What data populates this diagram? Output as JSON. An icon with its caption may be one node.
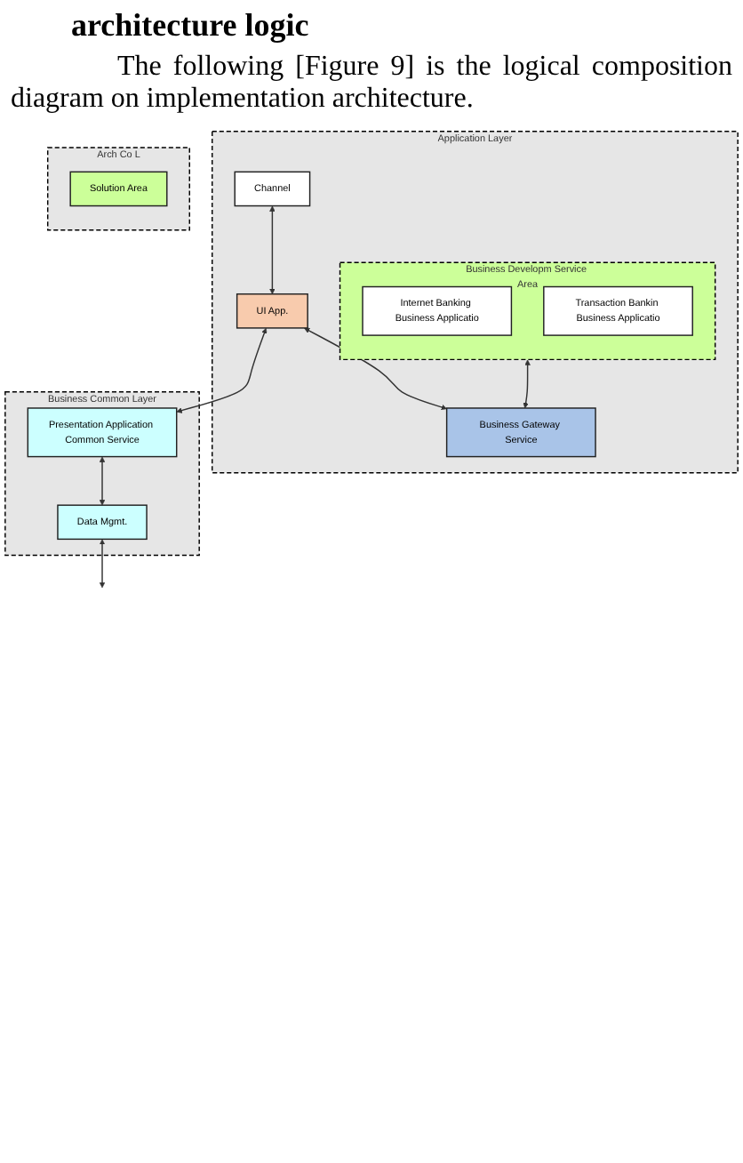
{
  "diagram": {
    "title": "architecture logic",
    "nodes": [
      {
        "text": [
          "Application Layer"
        ]
      },
      {
        "text": [
          "Channel"
        ],
        "in": 0
      },
      {
        "text": [
          "Business Developm Service Area"
        ],
        "in": 0
      },
      {
        "text": [
          "Internet Banking Business Applicatio"
        ],
        "in": 2
      },
      {
        "text": [
          "Transaction Bankin Business Applicatio"
        ],
        "in": 2
      },
      {
        "text": [
          "UI App."
        ],
        "in": 0
      },
      {
        "text": [
          "Business Gateway Service"
        ],
        "in": 0
      },
      {
        "text": [
          "Business Common Layer"
        ]
      },
      {
        "text": [
          "Presentation Application Common Service"
        ],
        "in": 7
      },
      {
        "text": [
          "Data Mgmt."
        ],
        "in": 7
      },
      {
        "text": [
          "Arch Co L"
        ]
      },
      {
        "text": [
          "Solution Area"
        ],
        "in": 10
      }
    ],
    "edges": [
      {
        "from": 1,
        "to": 5,
        "arrow": "both"
      },
      {
        "from": 2,
        "to": 6,
        "arrow": "both"
      },
      {
        "from": 5,
        "to": 6,
        "arrow": "both"
      },
      {
        "from": 5,
        "to": 8,
        "arrow": "both"
      },
      {
        "from": 8,
        "to": 9,
        "arrow": "both"
      },
      {
        "from": 9,
        "to": null,
        "arrow": "both"
      }
    ],
    "labels": [
      "The following [Figure 9] is the logical composition diagram on implementation architecture."
    ]
  }
}
